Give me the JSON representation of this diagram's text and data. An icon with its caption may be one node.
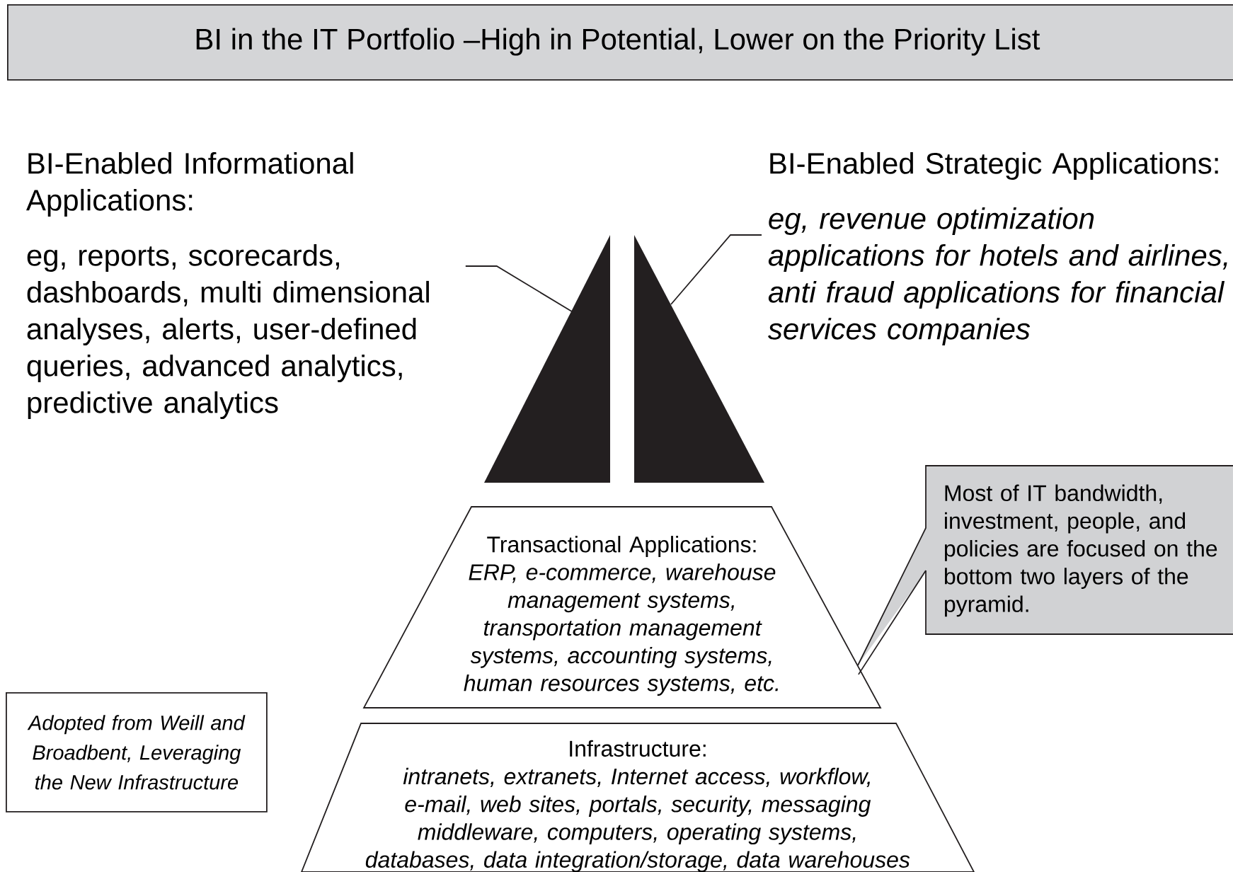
{
  "diagram": {
    "title": "BI in the IT Portfolio –High in Potential, Lower on the Priority List",
    "nodes": [
      {
        "text": [
          "BI-Enabled Informational Applications:",
          "eg, reports, scorecards, dashboards, multi dimensional analyses, alerts, user-defined queries, advanced analytics, predictive analytics"
        ]
      },
      {
        "text": [],
        "shape": "triangle"
      },
      {
        "text": [],
        "shape": "triangle"
      },
      {
        "text": [
          "BI-Enabled Strategic Applications:",
          "*eg, revenue optimization applications for hotels and airlines, anti fraud applications for financial services companies*"
        ]
      },
      {
        "text": [
          "Transactional Applications:",
          "*ERP, e-commerce, warehouse management systems, transportation management systems, accounting systems, human resources systems, etc.*"
        ]
      },
      {
        "text": [
          "Infrastructure:",
          "*intranets, extranets, Internet access, workflow, e-mail, web sites, portals, security, messaging middleware, computers, operating systems, databases, data integration/storage, data warehouses*"
        ]
      },
      {
        "text": [
          "Most of IT bandwidth, investment, people, and policies are focused on the bottom two layers of the pyramid."
        ]
      },
      {
        "text": [
          "Adopted from Weill and Broadbent, Leveraging the New Infrastructure"
        ]
      }
    ],
    "edges": [
      {
        "from": 0,
        "to": 1,
        "arrow": "none"
      },
      {
        "from": 3,
        "to": 2,
        "arrow": "none"
      },
      {
        "from": 6,
        "to": 4,
        "arrow": "none"
      }
    ]
  }
}
